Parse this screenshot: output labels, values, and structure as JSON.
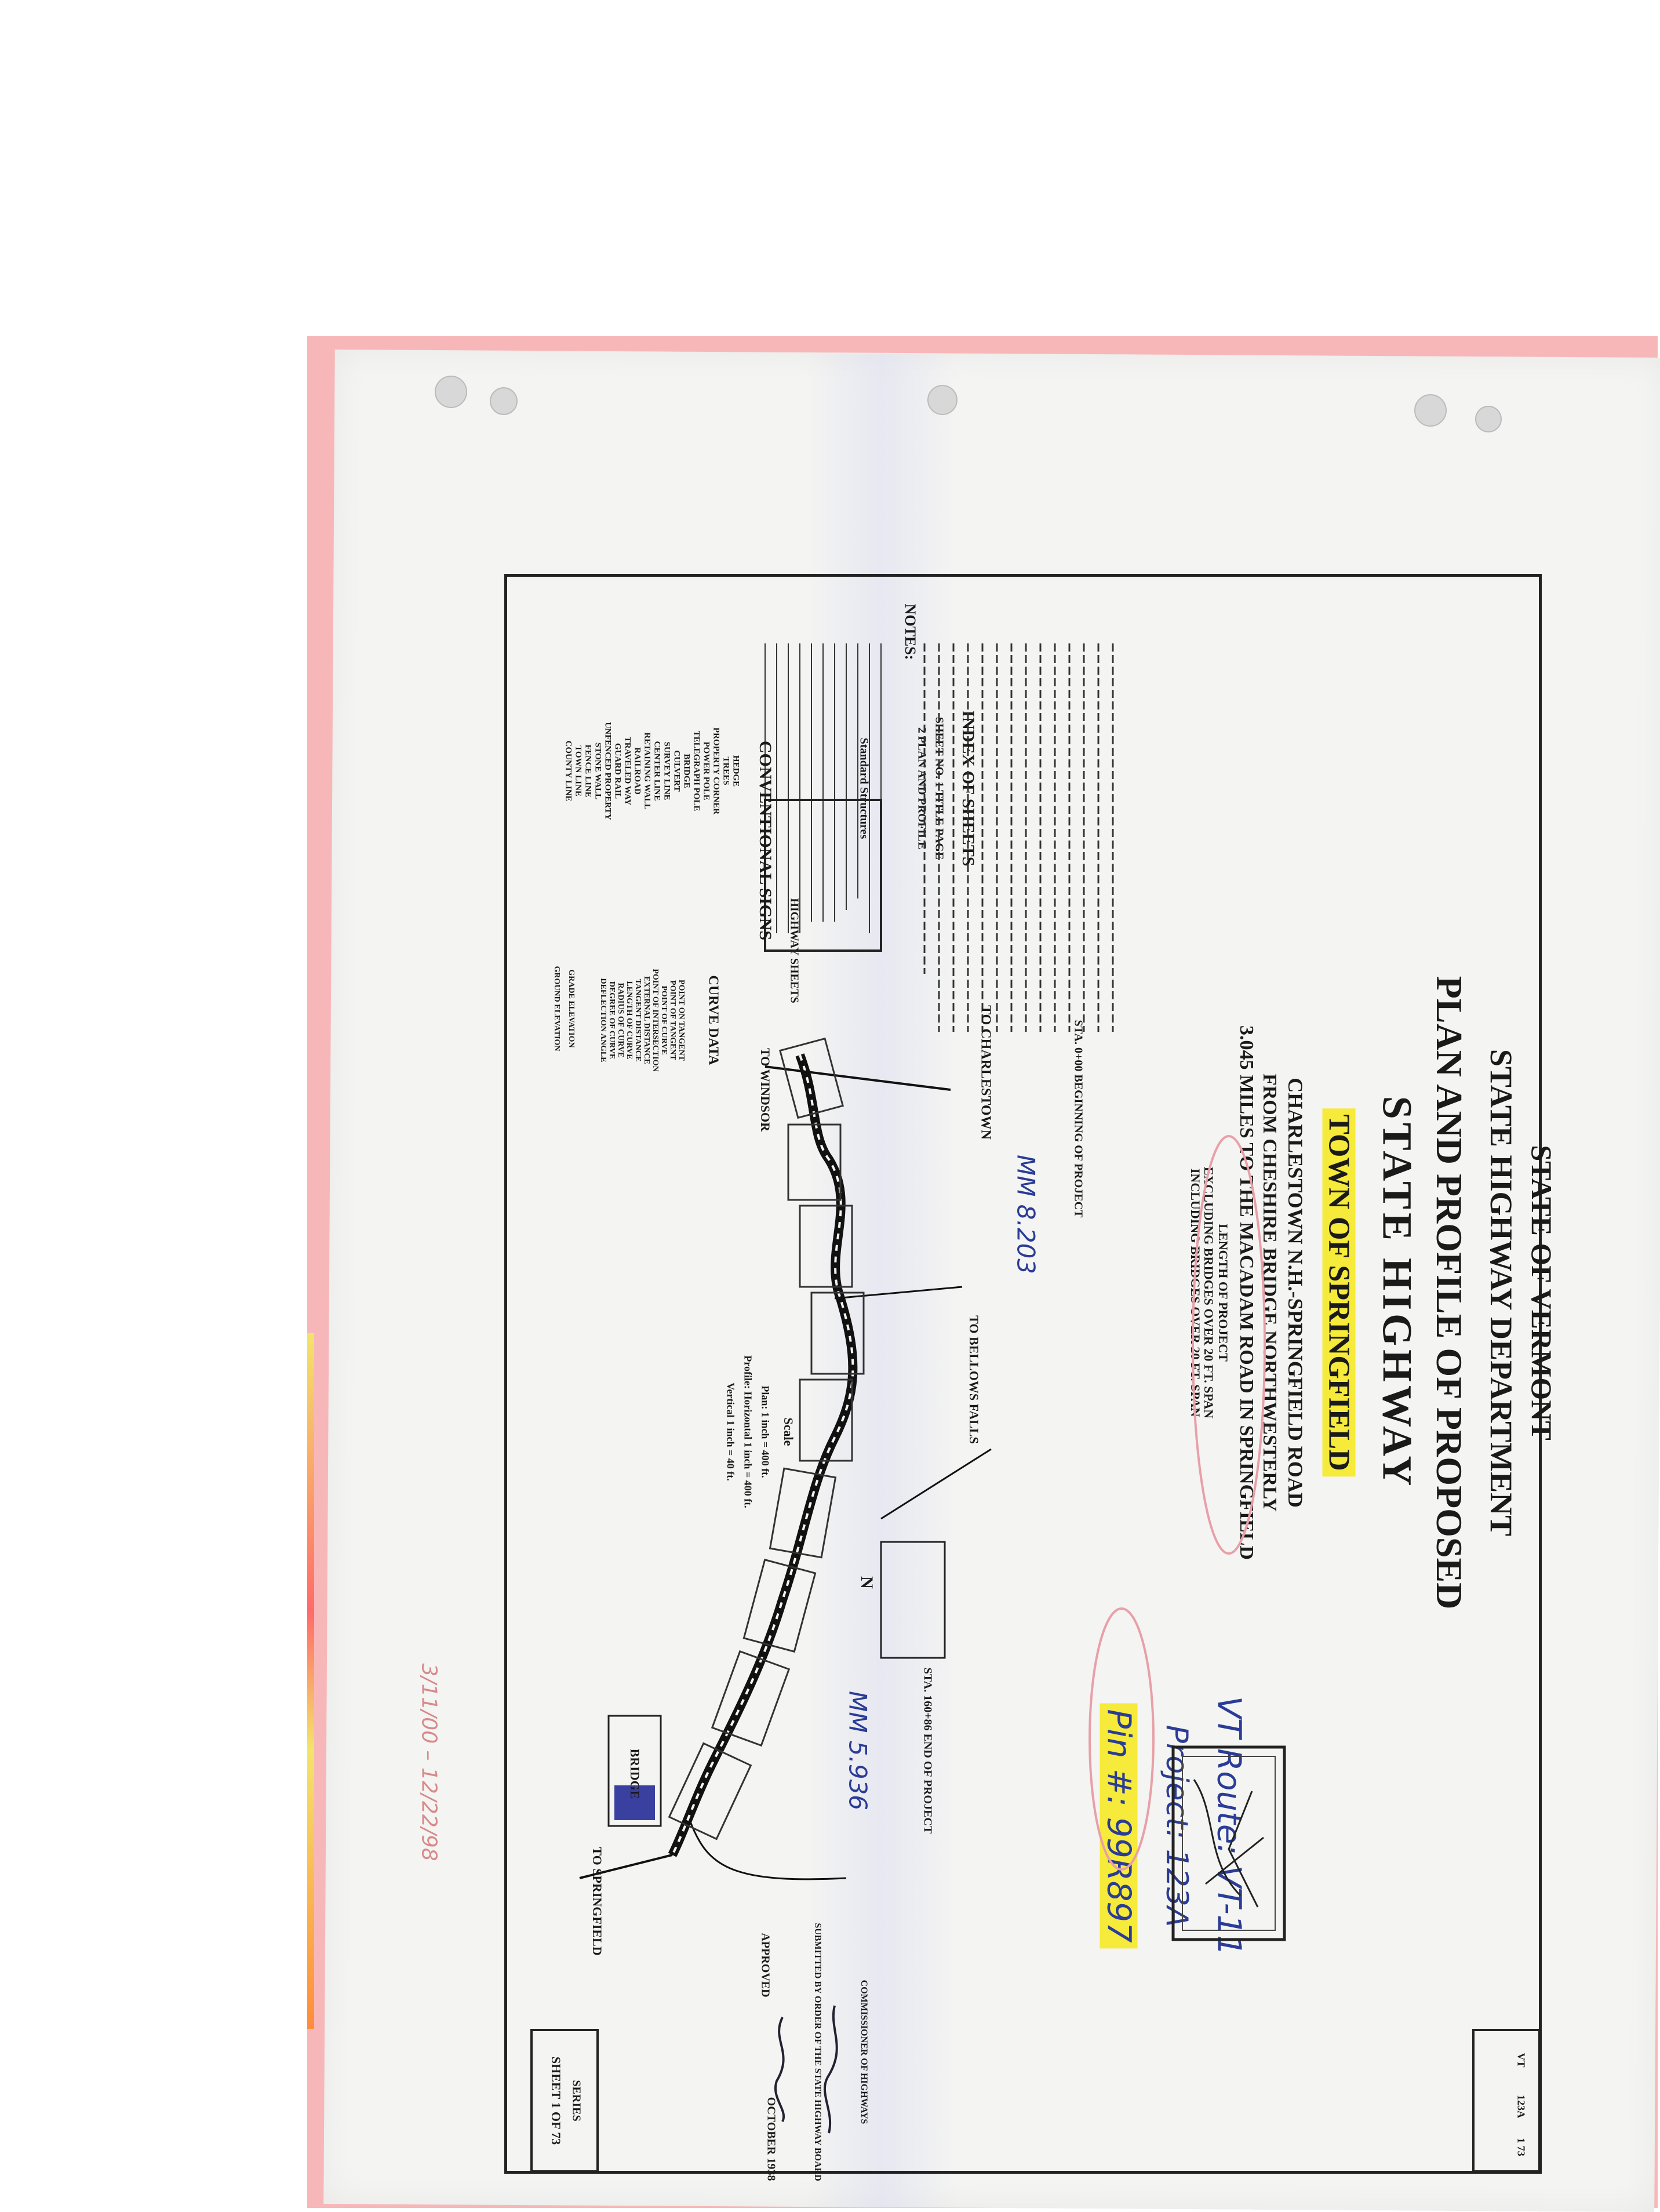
{
  "header": {
    "state": "STATE OF VERMONT",
    "department": "STATE HIGHWAY DEPARTMENT",
    "title_line1": "PLAN AND PROFILE OF PROPOSED",
    "title_line2": "STATE HIGHWAY",
    "town": "TOWN OF SPRINGFIELD",
    "road": "CHARLESTOWN N.H.-SPRINGFIELD ROAD",
    "from_line": "FROM CHESHIRE BRIDGE NORTHWESTERLY",
    "miles_line": "3.045 MILES TO THE MACADAM ROAD IN SPRINGFIELD",
    "length_label": "LENGTH OF PROJECT",
    "excluding": "EXCLUDING BRIDGES OVER 20 FT. SPAN",
    "including": "INCLUDING BRIDGES OVER 20 FT. SPAN"
  },
  "index": {
    "title": "INDEX OF SHEETS",
    "sheet1": "SHEET NO. 1 TITLE PAGE",
    "sheet2": "2 PLAN AND PROFILE",
    "standard": "Standard Structures",
    "highway_sheets": "HIGHWAY SHEETS"
  },
  "notes": {
    "heading": "NOTES:"
  },
  "legend": {
    "title": "CONVENTIONAL SIGNS",
    "items": [
      "COUNTY LINE",
      "TOWN LINE",
      "FENCE LINE",
      "STONE WALL",
      "UNFENCED PROPERTY",
      "GUARD RAIL",
      "TRAVELED WAY",
      "RAILROAD",
      "RETAINING WALL",
      "CENTER LINE",
      "SURVEY LINE",
      "CULVERT",
      "BRIDGE",
      "TELEGRAPH POLE",
      "POWER POLE",
      "PROPERTY CORNER",
      "TREES",
      "HEDGE"
    ]
  },
  "curve": {
    "title": "CURVE DATA",
    "items": [
      "DEFLECTION ANGLE",
      "DEGREE OF CURVE",
      "RADIUS OF CURVE",
      "LENGTH OF CURVE",
      "TANGENT DISTANCE",
      "EXTERNAL DISTANCE",
      "POINT OF INTERSECTION",
      "POINT OF CURVE",
      "POINT OF TANGENT",
      "POINT ON TANGENT"
    ],
    "ground": "GROUND ELEVATION",
    "grade": "GRADE ELEVATION"
  },
  "scale": {
    "label": "Scale",
    "plan": "Plan: 1 inch = 400 ft.",
    "profile_h": "Profile: Horizontal 1 inch = 400 ft.",
    "profile_v": "Vertical 1 inch = 40 ft."
  },
  "map_labels": {
    "to_charlestown": "TO CHARLESTOWN",
    "to_windsor": "TO WINDSOR",
    "to_bellows_falls": "TO BELLOWS FALLS",
    "to_springfield": "TO SPRINGFIELD",
    "beginning": "STA. 0+00 BEGINNING OF PROJECT",
    "end": "STA. 160+86 END OF PROJECT",
    "north": "N",
    "bridge": "BRIDGE"
  },
  "handwritten": {
    "route": "VT Route: VT-11",
    "project": "Project: 123A",
    "pin": "Pin #: 99R897",
    "mm_top": "MM 8.203",
    "mm_bottom": "MM 5.936",
    "margin_note": "3/11/00 – 12/22/98"
  },
  "approval": {
    "approved": "APPROVED",
    "date": "OCTOBER 1938",
    "submitted": "SUBMITTED BY ORDER OF THE STATE HIGHWAY BOARD",
    "commissioner": "COMMISSIONER OF HIGHWAYS"
  },
  "sheet_block": {
    "series": "SERIES",
    "sheet": "SHEET 1 OF 73"
  },
  "title_block": {
    "state": "VT",
    "project": "123A",
    "sheet_of": "1 73"
  },
  "colors": {
    "pink_border": "#f7b7b9",
    "highlight": "#f6ea3a",
    "pen_red": "#e8a0a8",
    "pen_blue": "#2a3c96",
    "ink": "#1a1a1a"
  }
}
